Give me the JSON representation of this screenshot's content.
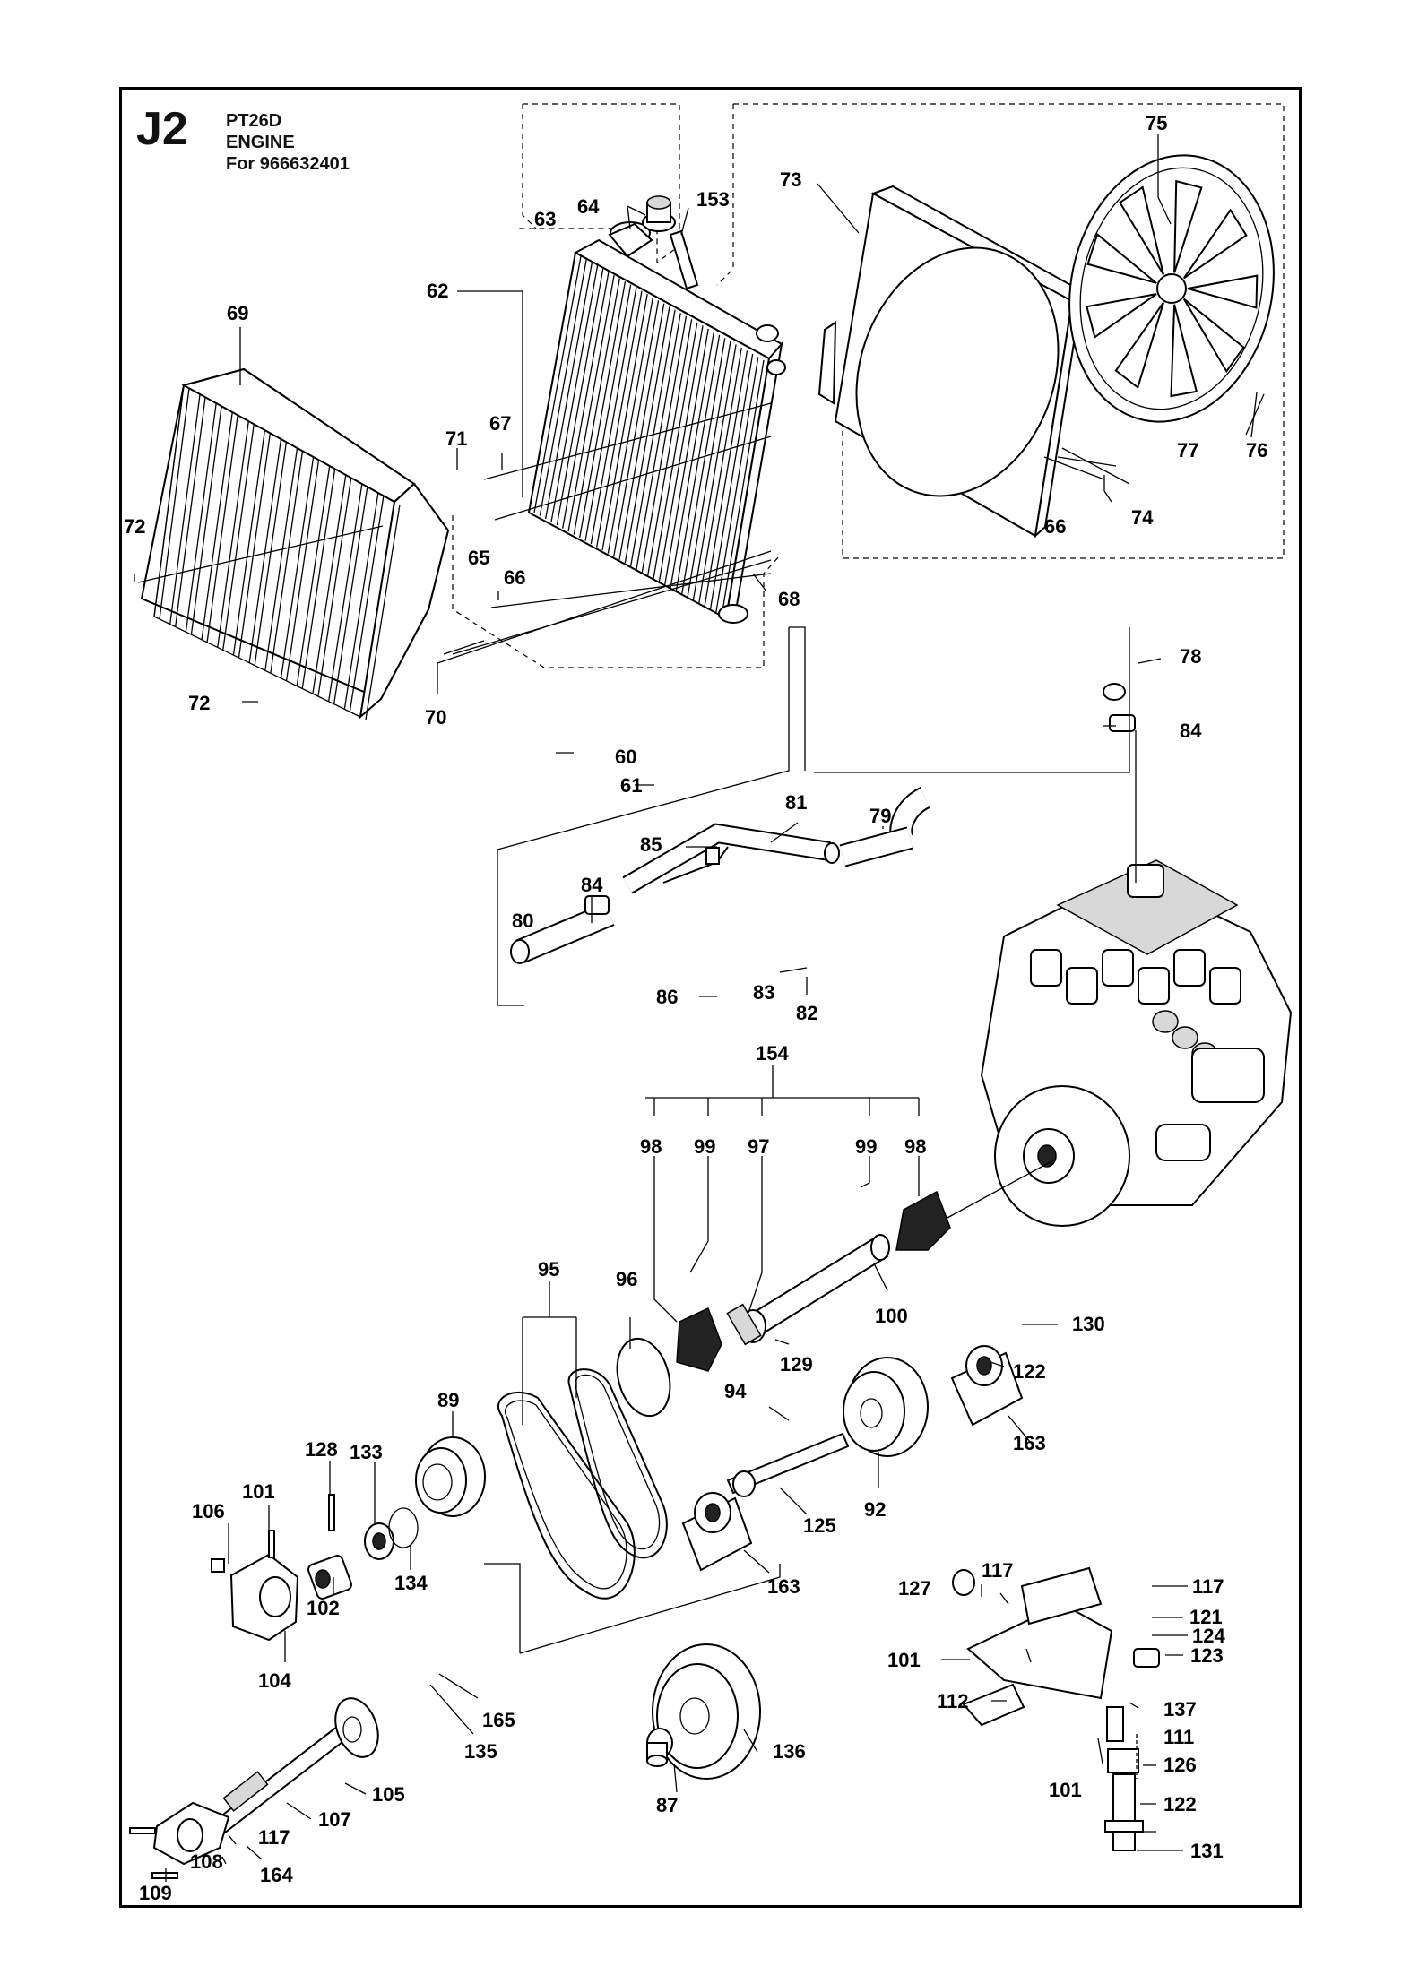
{
  "header": {
    "code": "J2",
    "model": "PT26D",
    "section": "ENGINE",
    "for_line": "For 966632401"
  },
  "callouts": [
    {
      "id": "c75",
      "text": "75"
    },
    {
      "id": "c73",
      "text": "73"
    },
    {
      "id": "c64",
      "text": "64"
    },
    {
      "id": "c153",
      "text": "153"
    },
    {
      "id": "c63",
      "text": "63"
    },
    {
      "id": "c62",
      "text": "62"
    },
    {
      "id": "c69",
      "text": "69"
    },
    {
      "id": "c71",
      "text": "71"
    },
    {
      "id": "c67",
      "text": "67"
    },
    {
      "id": "c72a",
      "text": "72"
    },
    {
      "id": "c65",
      "text": "65"
    },
    {
      "id": "c66a",
      "text": "66"
    },
    {
      "id": "c68",
      "text": "68"
    },
    {
      "id": "c77",
      "text": "77"
    },
    {
      "id": "c76",
      "text": "76"
    },
    {
      "id": "c66b",
      "text": "66"
    },
    {
      "id": "c74",
      "text": "74"
    },
    {
      "id": "c78",
      "text": "78"
    },
    {
      "id": "c84a",
      "text": "84"
    },
    {
      "id": "c72b",
      "text": "72"
    },
    {
      "id": "c70",
      "text": "70"
    },
    {
      "id": "c60",
      "text": "60"
    },
    {
      "id": "c61",
      "text": "61"
    },
    {
      "id": "c85",
      "text": "85"
    },
    {
      "id": "c81",
      "text": "81"
    },
    {
      "id": "c79",
      "text": "79"
    },
    {
      "id": "c84b",
      "text": "84"
    },
    {
      "id": "c80",
      "text": "80"
    },
    {
      "id": "c86",
      "text": "86"
    },
    {
      "id": "c83",
      "text": "83"
    },
    {
      "id": "c82",
      "text": "82"
    },
    {
      "id": "c154",
      "text": "154"
    },
    {
      "id": "c98a",
      "text": "98"
    },
    {
      "id": "c99a",
      "text": "99"
    },
    {
      "id": "c97",
      "text": "97"
    },
    {
      "id": "c99b",
      "text": "99"
    },
    {
      "id": "c98b",
      "text": "98"
    },
    {
      "id": "c95",
      "text": "95"
    },
    {
      "id": "c96",
      "text": "96"
    },
    {
      "id": "c100",
      "text": "100"
    },
    {
      "id": "c130",
      "text": "130"
    },
    {
      "id": "c129",
      "text": "129"
    },
    {
      "id": "c122a",
      "text": "122"
    },
    {
      "id": "c89",
      "text": "89"
    },
    {
      "id": "c94",
      "text": "94"
    },
    {
      "id": "c163a",
      "text": "163"
    },
    {
      "id": "c128",
      "text": "128"
    },
    {
      "id": "c133",
      "text": "133"
    },
    {
      "id": "c101a",
      "text": "101"
    },
    {
      "id": "c106",
      "text": "106"
    },
    {
      "id": "c92",
      "text": "92"
    },
    {
      "id": "c125",
      "text": "125"
    },
    {
      "id": "c134",
      "text": "134"
    },
    {
      "id": "c102",
      "text": "102"
    },
    {
      "id": "c163b",
      "text": "163"
    },
    {
      "id": "c117a",
      "text": "117"
    },
    {
      "id": "c117b",
      "text": "117"
    },
    {
      "id": "c127",
      "text": "127"
    },
    {
      "id": "c121",
      "text": "121"
    },
    {
      "id": "c124",
      "text": "124"
    },
    {
      "id": "c104",
      "text": "104"
    },
    {
      "id": "c101b",
      "text": "101"
    },
    {
      "id": "c123",
      "text": "123"
    },
    {
      "id": "c112",
      "text": "112"
    },
    {
      "id": "c137",
      "text": "137"
    },
    {
      "id": "c165",
      "text": "165"
    },
    {
      "id": "c136",
      "text": "136"
    },
    {
      "id": "c111",
      "text": "111"
    },
    {
      "id": "c135",
      "text": "135"
    },
    {
      "id": "c126",
      "text": "126"
    },
    {
      "id": "c87",
      "text": "87"
    },
    {
      "id": "c101c",
      "text": "101"
    },
    {
      "id": "c105",
      "text": "105"
    },
    {
      "id": "c122b",
      "text": "122"
    },
    {
      "id": "c107",
      "text": "107"
    },
    {
      "id": "c117c",
      "text": "117"
    },
    {
      "id": "c108",
      "text": "108"
    },
    {
      "id": "c131",
      "text": "131"
    },
    {
      "id": "c164",
      "text": "164"
    },
    {
      "id": "c109",
      "text": "109"
    }
  ]
}
